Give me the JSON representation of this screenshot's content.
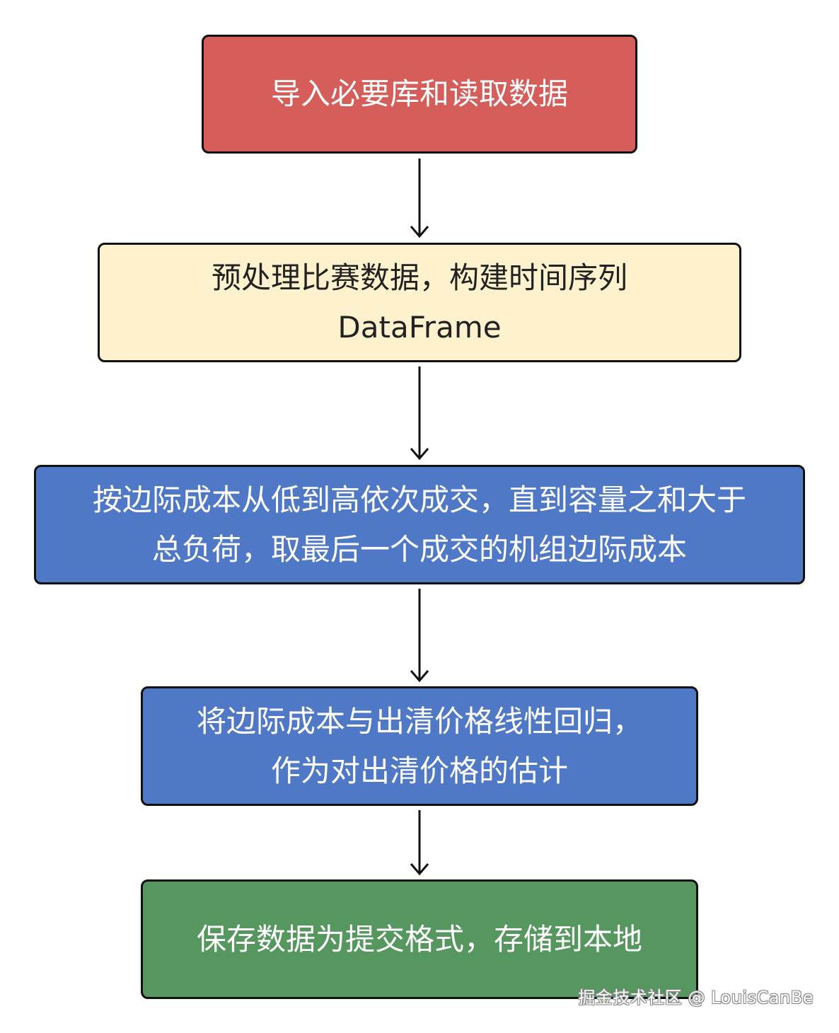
{
  "flow": {
    "steps": [
      {
        "lines": [
          "导入必要库和读取数据"
        ],
        "fill": "#d55e5b",
        "text_color": "#ffffff"
      },
      {
        "lines": [
          "预处理比赛数据，构建时间序列",
          "DataFrame"
        ],
        "fill": "#fdf2cd",
        "text_color": "#222222"
      },
      {
        "lines": [
          "按边际成本从低到高依次成交，直到容量之和大于",
          "总负荷，取最后一个成交的机组边际成本"
        ],
        "fill": "#4f78c6",
        "text_color": "#ffffff"
      },
      {
        "lines": [
          "将边际成本与出清价格线性回归，",
          "作为对出清价格的估计"
        ],
        "fill": "#4f78c6",
        "text_color": "#ffffff"
      },
      {
        "lines": [
          "保存数据为提交格式，存储到本地"
        ],
        "fill": "#55975f",
        "text_color": "#ffffff"
      }
    ],
    "border_color": "#111111",
    "arrow_color": "#111111"
  },
  "watermark": "掘金技术社区 @ LouisCanBe"
}
